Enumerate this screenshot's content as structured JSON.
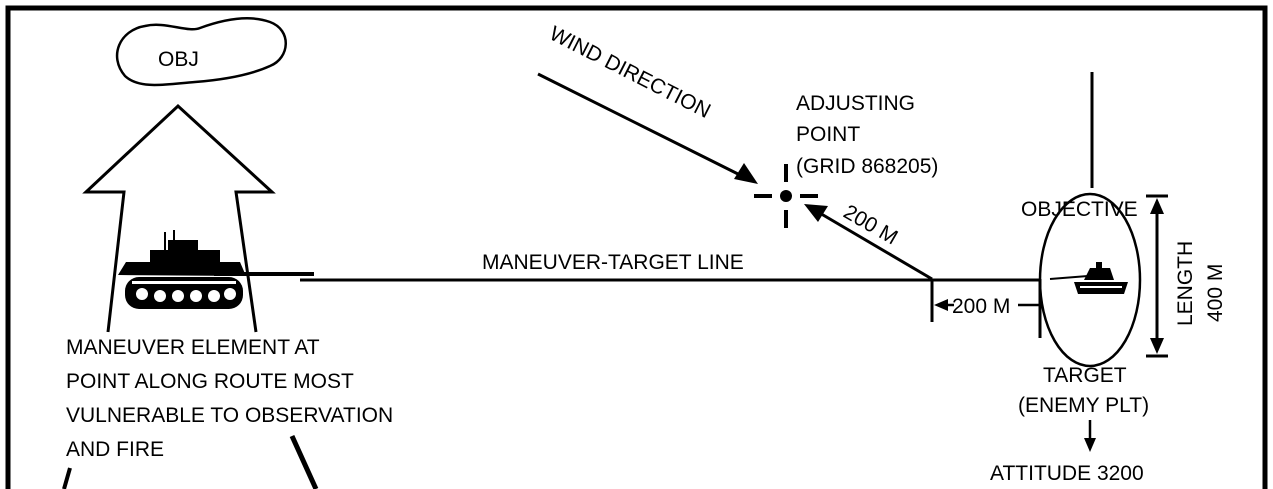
{
  "diagram": {
    "objective_area": {
      "label": "OBJ"
    },
    "wind": {
      "label": "WIND DIRECTION"
    },
    "adjusting_point": {
      "lines": [
        "ADJUSTING",
        "POINT",
        "(GRID 868205)"
      ]
    },
    "adjusting_distance": {
      "label": "200 M"
    },
    "maneuver_target_line": {
      "label": "MANEUVER-TARGET LINE"
    },
    "offset_distance": {
      "label": "200 M"
    },
    "objective_label": {
      "label": "OBJECTIVE"
    },
    "length": {
      "label": "LENGTH",
      "value": "400 M"
    },
    "target": {
      "lines": [
        "TARGET",
        "(ENEMY PLT)"
      ]
    },
    "attitude": {
      "label": "ATTITUDE 3200"
    },
    "maneuver_element": {
      "lines": [
        "MANEUVER ELEMENT AT",
        "POINT ALONG  ROUTE MOST",
        "VULNERABLE TO OBSERVATION",
        "AND FIRE"
      ]
    }
  }
}
